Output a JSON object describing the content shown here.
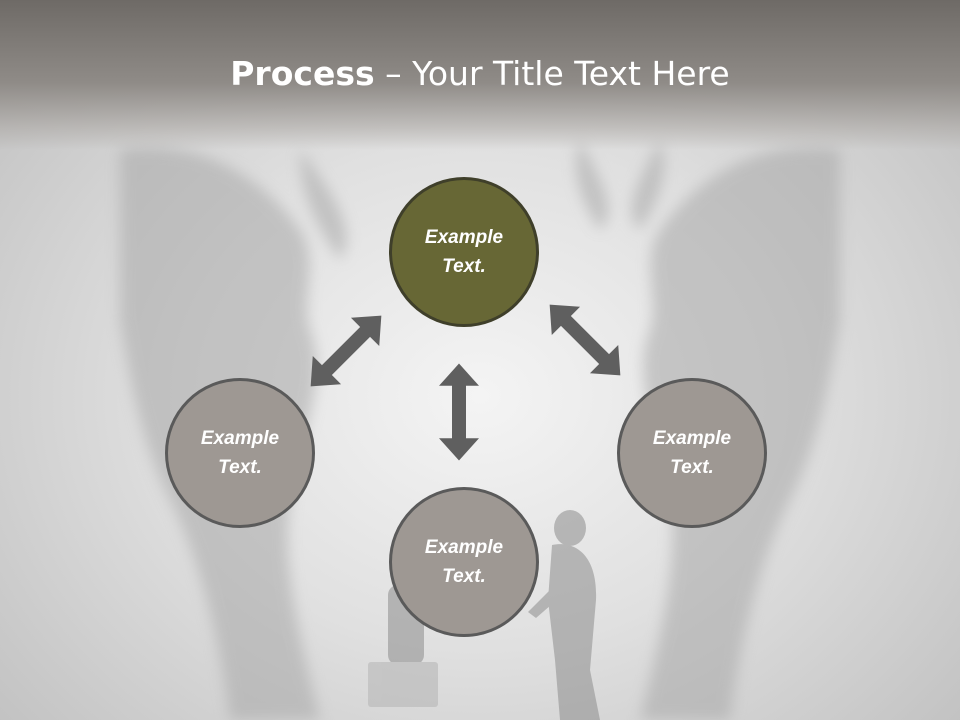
{
  "title": {
    "bold": "Process",
    "rest": " – Your Title Text Here"
  },
  "nodes": [
    {
      "line1": "Example",
      "line2": "Text."
    },
    {
      "line1": "Example",
      "line2": "Text."
    },
    {
      "line1": "Example",
      "line2": "Text."
    },
    {
      "line1": "Example",
      "line2": "Text."
    }
  ],
  "colors": {
    "accent_node": "#676735",
    "gray_node": "#9e9893",
    "arrow": "#5f5f5f",
    "title_bar": "#7d7975"
  }
}
